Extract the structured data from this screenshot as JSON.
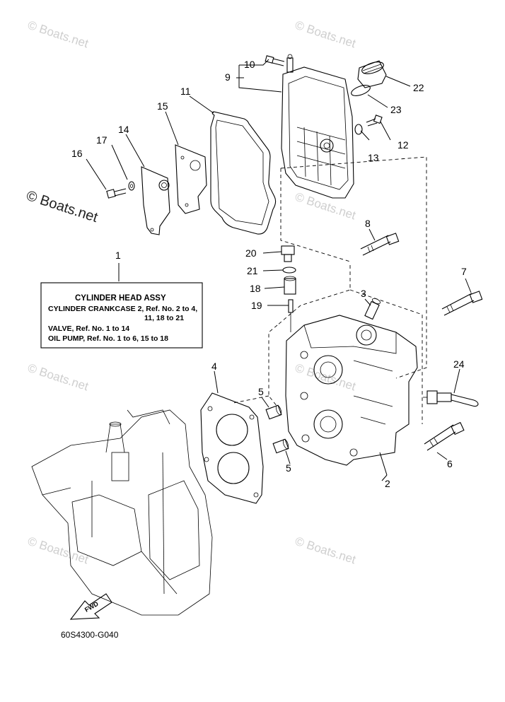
{
  "watermark": {
    "text": "© Boats.net"
  },
  "reference_box": {
    "title": "CYLINDER HEAD ASSY",
    "line1": "CYLINDER CRANKCASE 2,   Ref. No. 2 to 4,",
    "line2": "11, 18 to 21",
    "line3": "VALVE,   Ref. No. 1 to 14",
    "line4": "OIL PUMP,   Ref. No. 1 to 6, 15 to 18"
  },
  "callouts": [
    "1",
    "2",
    "3",
    "4",
    "5",
    "5",
    "6",
    "7",
    "8",
    "9",
    "10",
    "11",
    "12",
    "13",
    "14",
    "15",
    "16",
    "17",
    "18",
    "19",
    "20",
    "21",
    "22",
    "23",
    "24"
  ],
  "fwd_label": "FWD",
  "diagram_code": "60S4300-G040"
}
